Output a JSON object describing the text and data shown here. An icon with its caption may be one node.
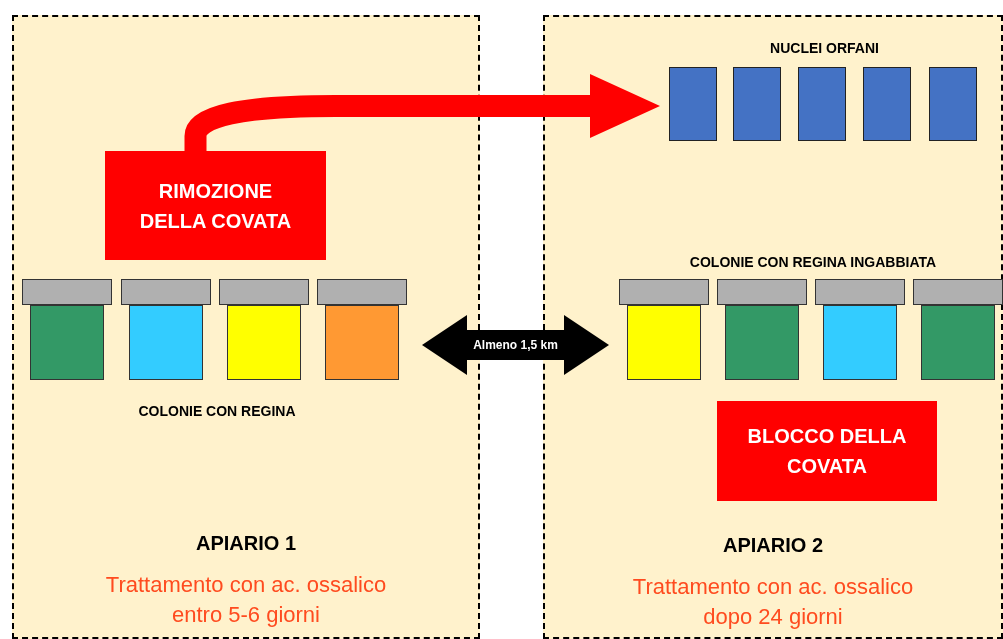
{
  "diagram": {
    "nodes": [
      {
        "text": [
          "APIARIO 1",
          "Trattamento con ac. ossalico entro 5-6 giorni"
        ]
      },
      {
        "text": [
          "RIMOZIONE DELLA COVATA"
        ],
        "in": 0
      },
      {
        "text": [
          "COLONIE CON REGINA"
        ],
        "in": 0
      },
      {
        "text": [],
        "shape": "box",
        "in": 2
      },
      {
        "text": [],
        "shape": "box",
        "in": 2
      },
      {
        "text": [],
        "shape": "box",
        "in": 2
      },
      {
        "text": [],
        "shape": "box",
        "in": 2
      },
      {
        "text": [
          "APIARIO 2",
          "Trattamento con ac. ossalico dopo 24 giorni"
        ]
      },
      {
        "text": [
          "NUCLEI ORFANI"
        ],
        "in": 7
      },
      {
        "text": [],
        "shape": "box",
        "in": 8
      },
      {
        "text": [],
        "shape": "box",
        "in": 8
      },
      {
        "text": [],
        "shape": "box",
        "in": 8
      },
      {
        "text": [],
        "shape": "box",
        "in": 8
      },
      {
        "text": [],
        "shape": "box",
        "in": 8
      },
      {
        "text": [
          "COLONIE CON REGINA INGABBIATA"
        ],
        "in": 7
      },
      {
        "text": [],
        "shape": "box",
        "in": 14
      },
      {
        "text": [],
        "shape": "box",
        "in": 14
      },
      {
        "text": [],
        "shape": "box",
        "in": 14
      },
      {
        "text": [],
        "shape": "box",
        "in": 14
      },
      {
        "text": [
          "BLOCCO DELLA COVATA"
        ],
        "in": 7
      }
    ],
    "edges": [
      {
        "from": 1,
        "to": 8,
        "arrow": "to",
        "color": "#ff0000"
      },
      {
        "from": 2,
        "to": 14,
        "arrow": "both",
        "label": "Almeno 1,5 km",
        "color": "#000000"
      }
    ]
  }
}
